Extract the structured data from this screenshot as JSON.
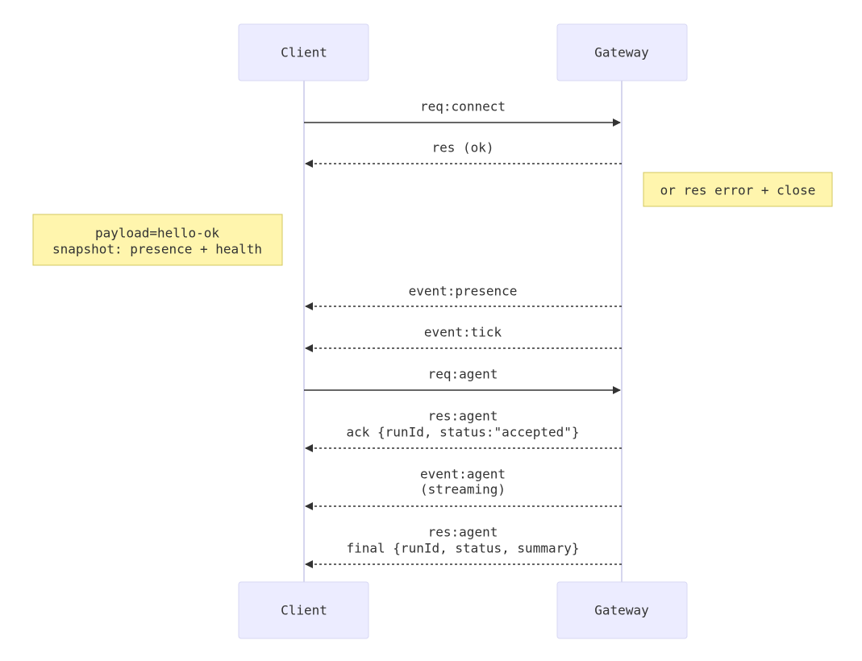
{
  "participants": {
    "client": {
      "label": "Client"
    },
    "gateway": {
      "label": "Gateway"
    }
  },
  "messages": [
    {
      "from": "client",
      "to": "gateway",
      "style": "solid",
      "lines": [
        "req:connect"
      ]
    },
    {
      "from": "gateway",
      "to": "client",
      "style": "dashed",
      "lines": [
        "res (ok)"
      ]
    },
    {
      "from": "gateway",
      "to": "client",
      "style": "dashed",
      "lines": [
        "event:presence"
      ]
    },
    {
      "from": "gateway",
      "to": "client",
      "style": "dashed",
      "lines": [
        "event:tick"
      ]
    },
    {
      "from": "client",
      "to": "gateway",
      "style": "solid",
      "lines": [
        "req:agent"
      ]
    },
    {
      "from": "gateway",
      "to": "client",
      "style": "dashed",
      "lines": [
        "res:agent",
        "ack {runId, status:\"accepted\"}"
      ]
    },
    {
      "from": "gateway",
      "to": "client",
      "style": "dashed",
      "lines": [
        "event:agent",
        "(streaming)"
      ]
    },
    {
      "from": "gateway",
      "to": "client",
      "style": "dashed",
      "lines": [
        "res:agent",
        "final {runId, status, summary}"
      ]
    }
  ],
  "notes": [
    {
      "position": "right of gateway",
      "lines": [
        "or res error + close"
      ]
    },
    {
      "position": "left of client",
      "lines": [
        "payload=hello-ok",
        "snapshot: presence + health"
      ]
    }
  ],
  "colors": {
    "actor_fill": "#ECECFF",
    "actor_border": "#D7D7F3",
    "lifeline": "#D6D6EE",
    "note_fill": "#FFF5AD",
    "note_border": "#D3C85F",
    "line": "#333333",
    "text": "#333333"
  }
}
